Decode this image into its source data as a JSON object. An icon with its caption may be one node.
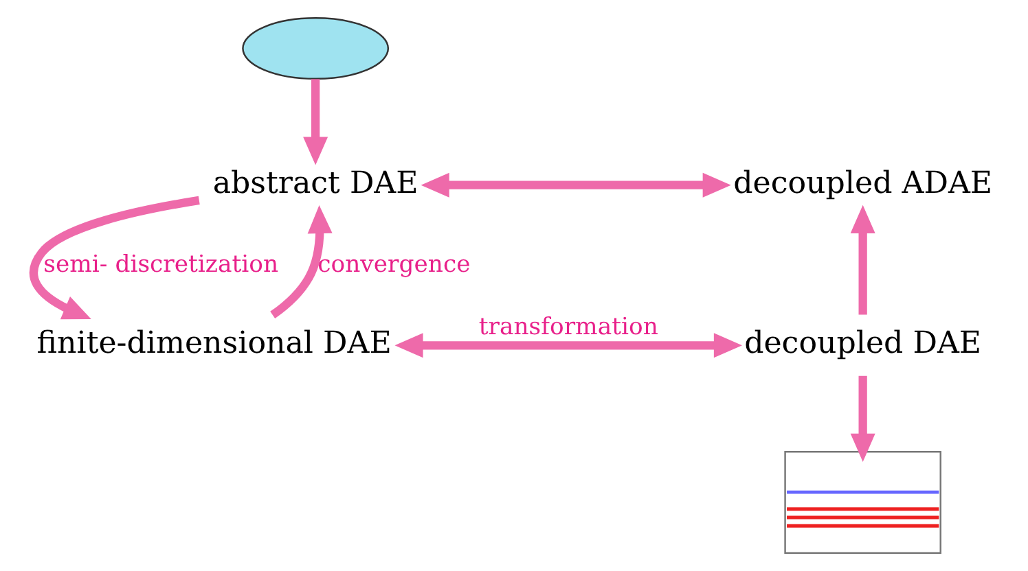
{
  "diagram": {
    "nodes": [
      {
        "text": [],
        "shape": "ellipse"
      },
      {
        "text": [
          "abstract DAE"
        ]
      },
      {
        "text": [
          "decoupled ADAE"
        ]
      },
      {
        "text": [
          "finite-dimensional DAE"
        ]
      },
      {
        "text": [
          "decoupled DAE"
        ]
      },
      {
        "text": [],
        "shape": "picture"
      }
    ],
    "edges": [
      {
        "from": 0,
        "to": 1,
        "arrow": "to"
      },
      {
        "from": 1,
        "to": 2,
        "arrow": "both"
      },
      {
        "from": 1,
        "to": 3,
        "arrow": "to",
        "label": "semi- discretization"
      },
      {
        "from": 3,
        "to": 1,
        "arrow": "to",
        "label": "convergence"
      },
      {
        "from": 4,
        "to": 2,
        "arrow": "to"
      },
      {
        "from": 3,
        "to": 4,
        "arrow": "both",
        "label": "transformation"
      },
      {
        "from": 4,
        "to": 5,
        "arrow": "to"
      }
    ]
  }
}
